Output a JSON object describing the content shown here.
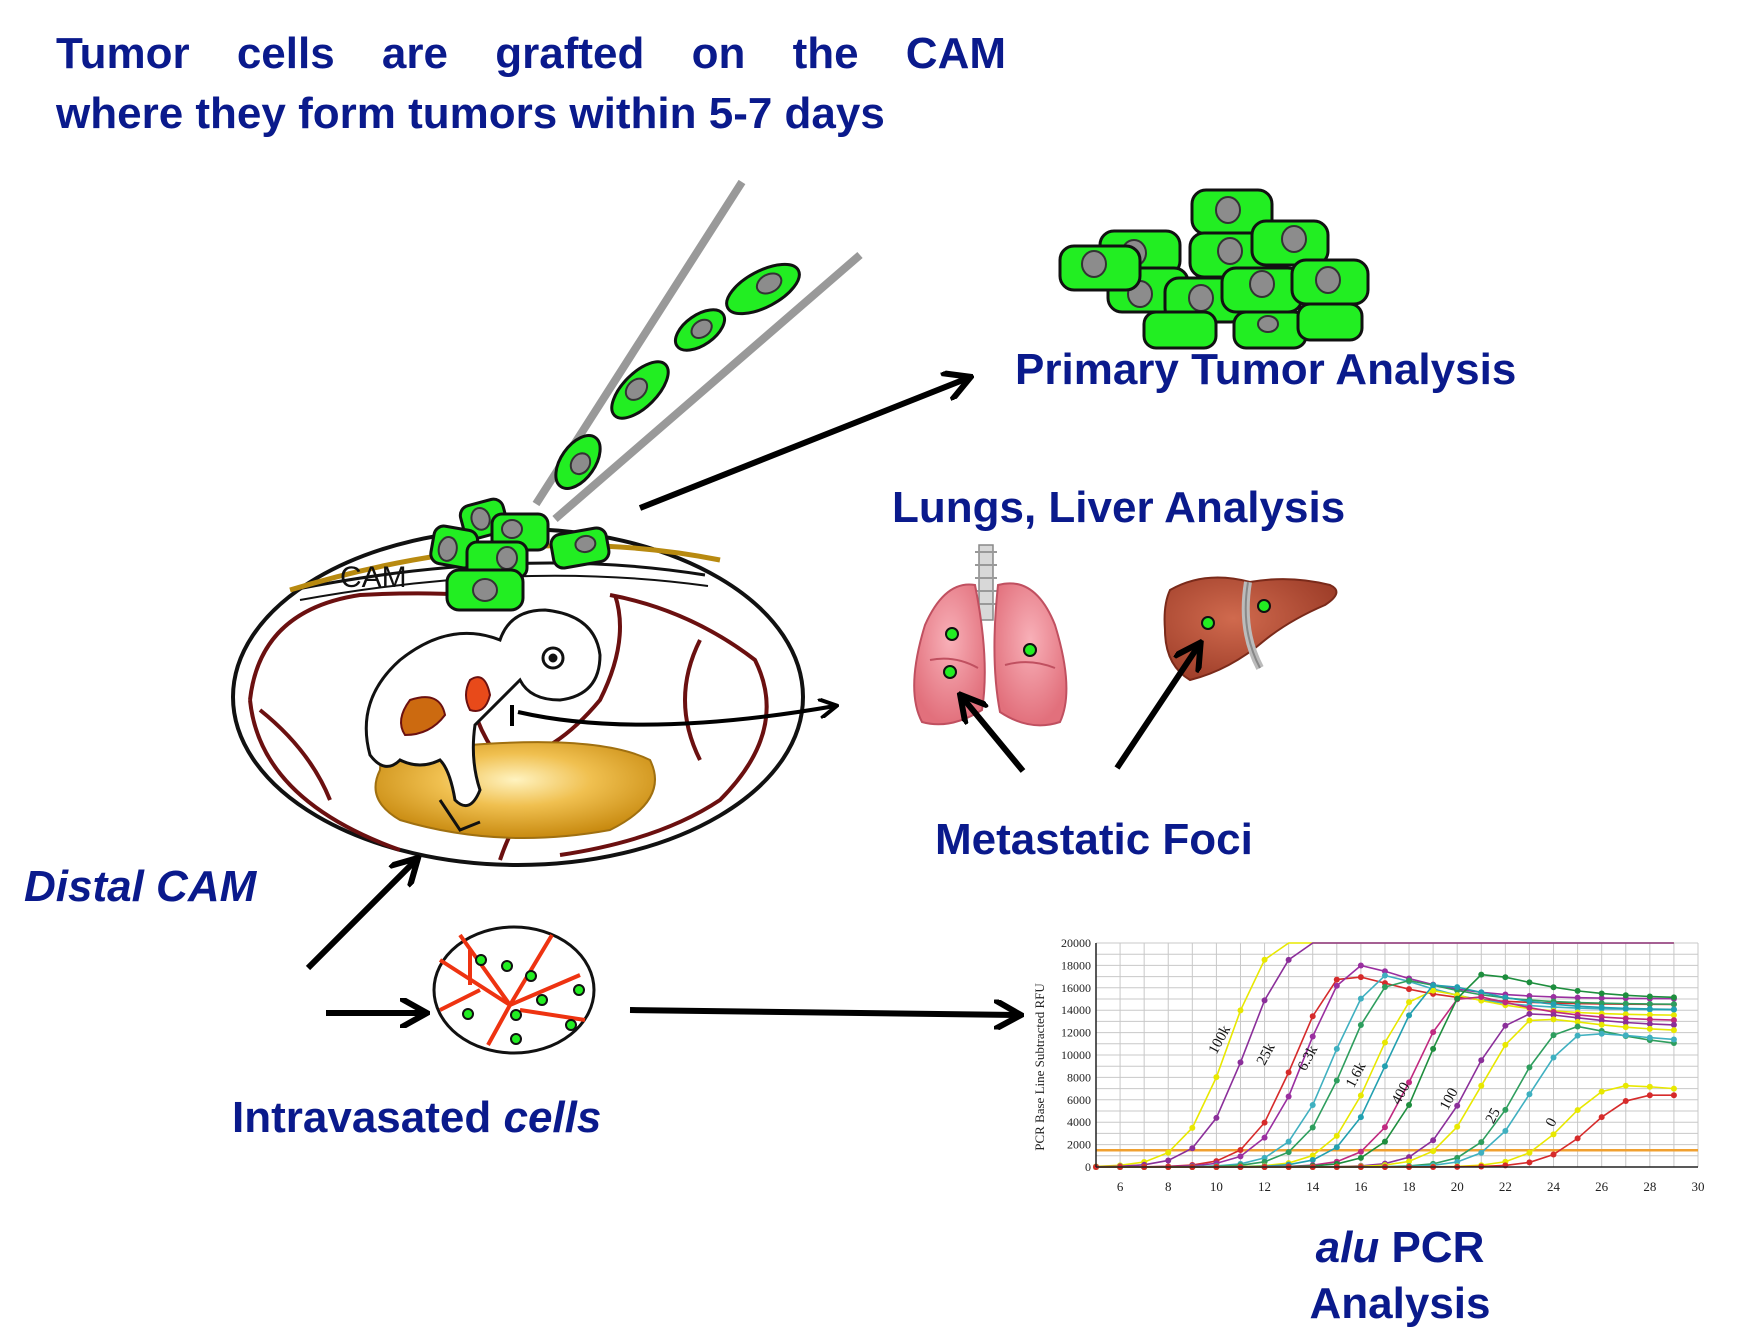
{
  "labels": {
    "title_line1": "Tumor cells are grafted on the CAM",
    "title_line2": "where they form tumors within 5-7 days",
    "primary_tumor": "Primary Tumor Analysis",
    "lungs_liver": "Lungs, Liver Analysis",
    "metastatic_foci": "Metastatic Foci",
    "distal_cam": "Distal CAM",
    "intravasated_a": "Intravasated ",
    "intravasated_b": "cells",
    "alu_a": "alu",
    "alu_b": " PCR",
    "alu_c": "Analysis",
    "cam": "CAM"
  },
  "colors": {
    "text": "#0a1a8c",
    "cell_green": "#22ee22",
    "nucleus_gray": "#8c8c8c",
    "vessel": "#6b1010",
    "yolk": "#e0a020",
    "capillary_red": "#ee3311",
    "lung_pink": "#f28a96",
    "liver_brown": "#b8503a"
  },
  "chart_data": {
    "type": "line",
    "ylabel": "PCR Base Line Subtracted RFU",
    "xlim": [
      5,
      30
    ],
    "ylim": [
      0,
      20000
    ],
    "x_ticks": [
      6,
      8,
      10,
      12,
      14,
      16,
      18,
      20,
      22,
      24,
      26,
      28,
      30
    ],
    "y_ticks": [
      0,
      2000,
      4000,
      6000,
      8000,
      10000,
      12000,
      14000,
      16000,
      18000,
      20000
    ],
    "threshold": 1500,
    "series": [
      {
        "name": "100k",
        "color": "#e8e800",
        "midpoint": 10.5,
        "peak": 22000,
        "plateau": 22000
      },
      {
        "name": "100k",
        "color": "#8b2f9a",
        "midpoint": 11.2,
        "peak": 21000,
        "plateau": 21000
      },
      {
        "name": "25k",
        "color": "#d62b2b",
        "midpoint": 13.2,
        "peak": 19000,
        "plateau": 14500
      },
      {
        "name": "25k",
        "color": "#9a2fa0",
        "midpoint": 13.7,
        "peak": 20000,
        "plateau": 15000
      },
      {
        "name": "6.3k",
        "color": "#3fb0c0",
        "midpoint": 14.8,
        "peak": 19000,
        "plateau": 14000
      },
      {
        "name": "6.3k",
        "color": "#2e9e5e",
        "midpoint": 15.3,
        "peak": 18500,
        "plateau": 14500
      },
      {
        "name": "1.6k",
        "color": "#e8e800",
        "midpoint": 16.5,
        "peak": 17500,
        "plateau": 13500
      },
      {
        "name": "1.6k",
        "color": "#22a0b0",
        "midpoint": 17.0,
        "peak": 18000,
        "plateau": 14000
      },
      {
        "name": "400",
        "color": "#c02a80",
        "midpoint": 18.2,
        "peak": 17000,
        "plateau": 13000
      },
      {
        "name": "400",
        "color": "#1e8e3e",
        "midpoint": 18.8,
        "peak": 19000,
        "plateau": 15000
      },
      {
        "name": "100",
        "color": "#8b2f9a",
        "midpoint": 20.5,
        "peak": 15000,
        "plateau": 12500
      },
      {
        "name": "100",
        "color": "#e8e800",
        "midpoint": 21.0,
        "peak": 14500,
        "plateau": 12000
      },
      {
        "name": "25",
        "color": "#2e9e5e",
        "midpoint": 22.5,
        "peak": 14000,
        "plateau": 10500
      },
      {
        "name": "25",
        "color": "#3fb0c0",
        "midpoint": 23.0,
        "peak": 13000,
        "plateau": 11000
      },
      {
        "name": "0",
        "color": "#e8e800",
        "midpoint": 24.5,
        "peak": 8000,
        "plateau": 6500
      },
      {
        "name": "0",
        "color": "#d62b2b",
        "midpoint": 25.5,
        "peak": 7000,
        "plateau": 6000
      }
    ],
    "curve_labels": [
      {
        "text": "100k",
        "x": 10.0,
        "y": 10000
      },
      {
        "text": "25k",
        "x": 12.0,
        "y": 9000
      },
      {
        "text": "6.3k",
        "x": 13.7,
        "y": 8500
      },
      {
        "text": "1.6k",
        "x": 15.7,
        "y": 7000
      },
      {
        "text": "400",
        "x": 17.6,
        "y": 5500
      },
      {
        "text": "100",
        "x": 19.6,
        "y": 5000
      },
      {
        "text": "25",
        "x": 21.5,
        "y": 3800
      },
      {
        "text": "0",
        "x": 24.0,
        "y": 3500
      }
    ]
  }
}
